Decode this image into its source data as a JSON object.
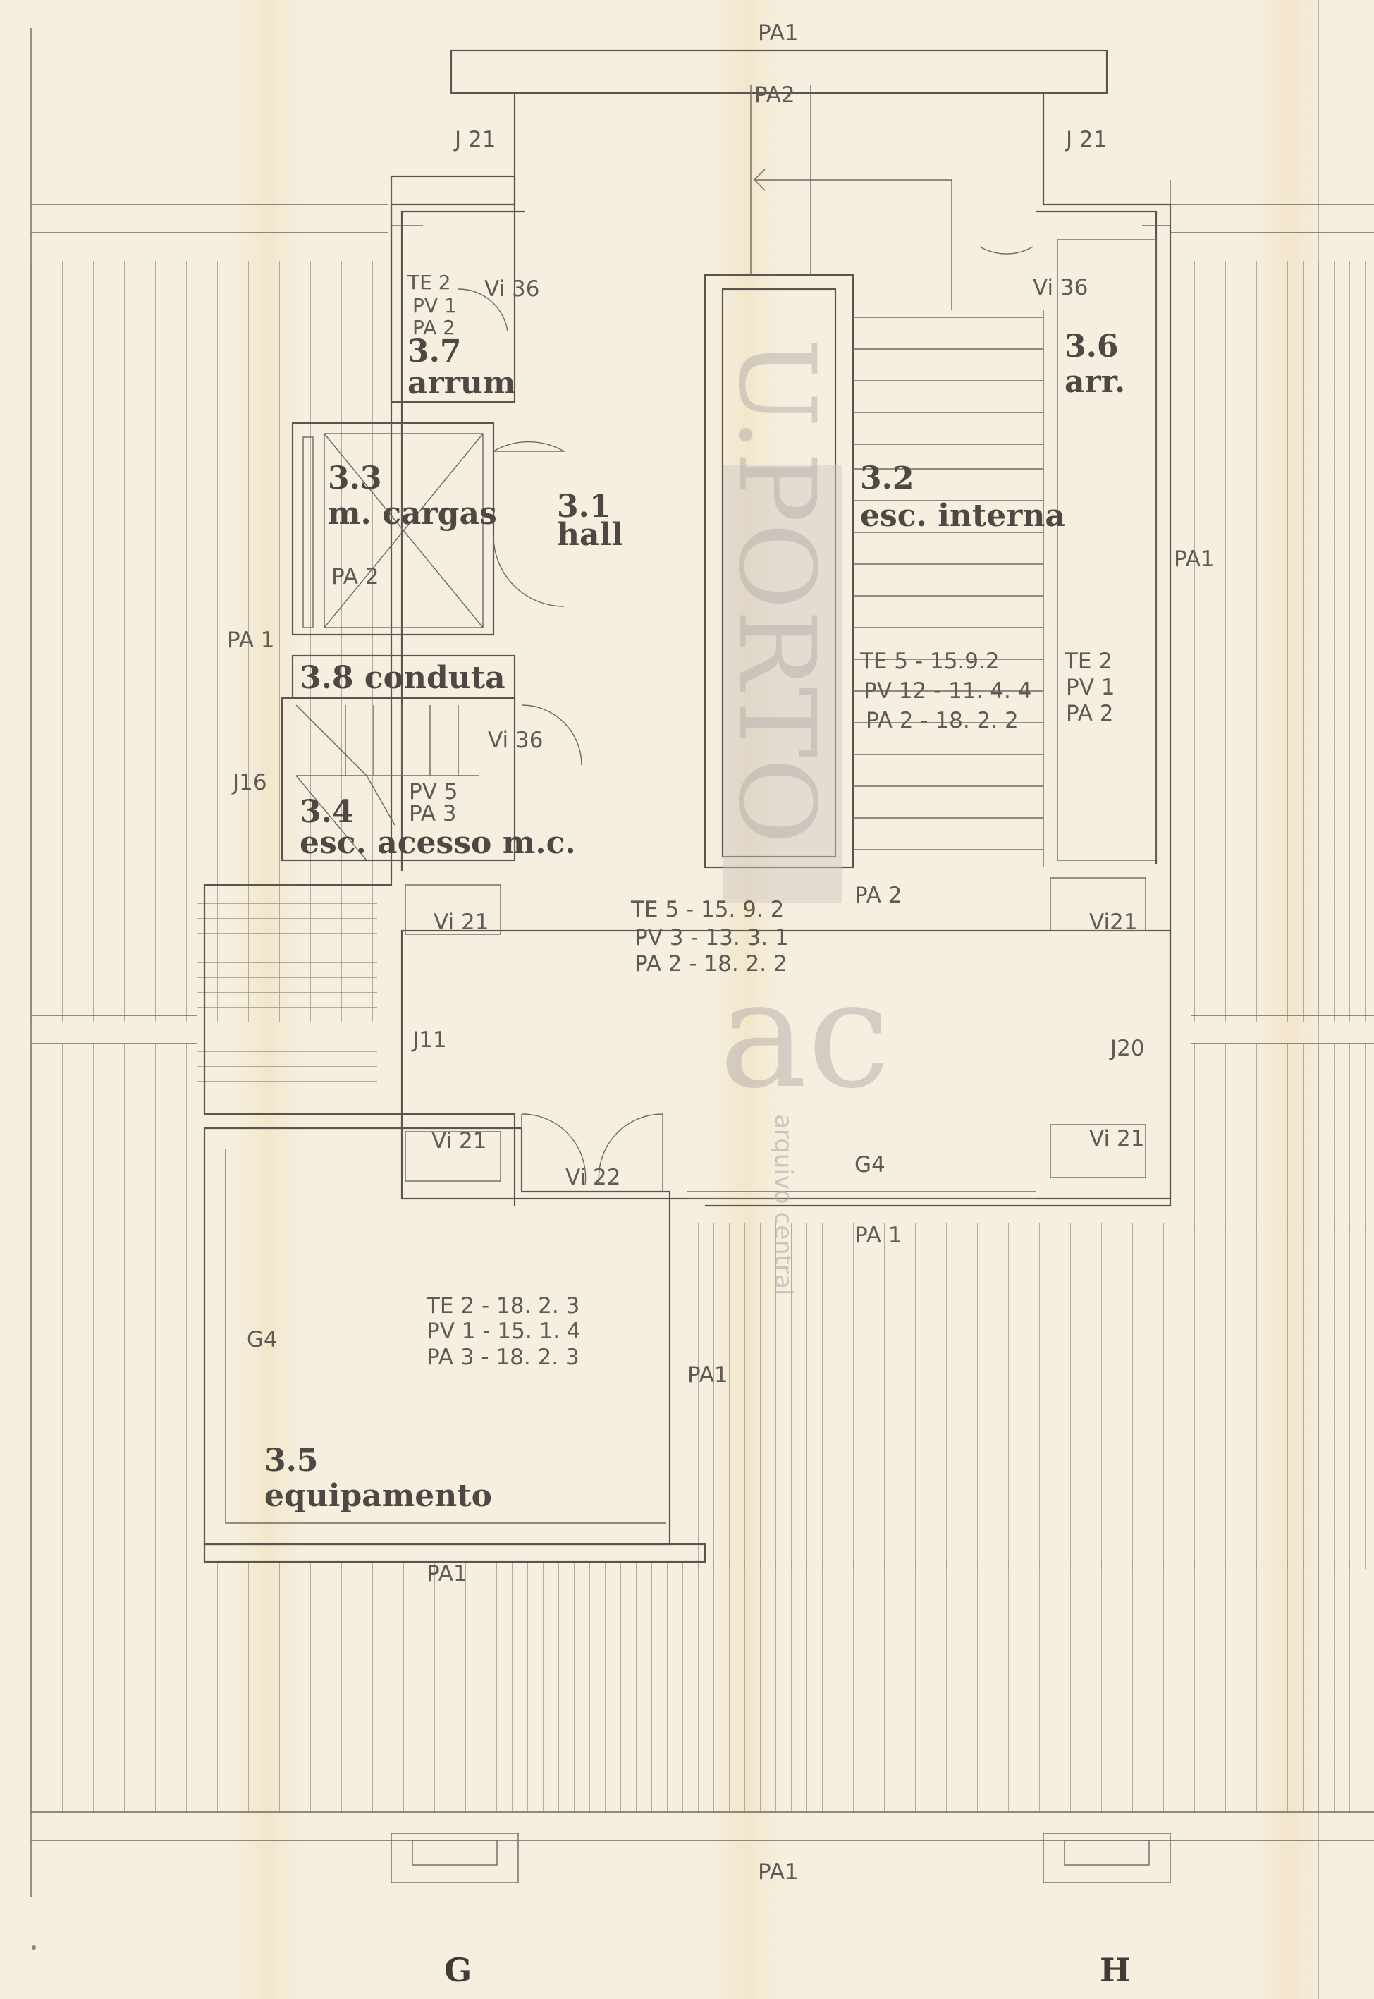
{
  "watermark": {
    "text": "U.PORTO",
    "logo_text": "ac",
    "caption": "arquivo central"
  },
  "rooms": {
    "r32": {
      "number": "3.2",
      "name": "esc. interna"
    },
    "r33": {
      "number": "3.3",
      "name": "m. cargas"
    },
    "r31": {
      "number": "3.1",
      "name": "hall"
    },
    "r37": {
      "number": "3.7",
      "name": "arrum"
    },
    "r36": {
      "number": "3.6",
      "name": "arr."
    },
    "r38": {
      "number": "3.8",
      "name": "conduta"
    },
    "r34": {
      "number": "3.4",
      "name": "esc. acesso m.c."
    },
    "r35": {
      "number": "3.5",
      "name": "equipamento"
    }
  },
  "labels": {
    "pa1_top": "PA1",
    "pa2_top": "PA2",
    "j21_left": "J 21",
    "j21_right": "J 21",
    "vi36_left": "Vi 36",
    "vi36_right": "Vi 36",
    "vi36_stair": "Vi 36",
    "arrum_te": "TE 2",
    "arrum_pv": "PV 1",
    "arrum_pa": "PA 2",
    "pa2_lift": "PA 2",
    "pa1_left": "PA 1",
    "pa1_right": "PA1",
    "j16": "J16",
    "pv5": "PV 5",
    "pa3": "PA 3",
    "stair_te": "TE 5 - 15.9.2",
    "stair_pv": "PV 12 - 11. 4. 4",
    "stair_pa": "PA 2 - 18. 2. 2",
    "arr_te": "TE 2",
    "arr_pv": "PV 1",
    "arr_pa": "PA 2",
    "pa2_mid": "PA 2",
    "hall_te": "TE  5 - 15. 9. 2",
    "hall_pv": "PV 3 - 13. 3. 1",
    "hall_pa": "PA 2 - 18. 2. 2",
    "vi21_a": "Vi 21",
    "vi21_b": "Vi21",
    "vi21_c": "Vi 21",
    "vi21_d": "Vi 21",
    "j11": "J11",
    "j20": "J20",
    "vi22": "Vi 22",
    "g4_mid": "G4",
    "pa1_mid": "PA 1",
    "g4_left": "G4",
    "equip_te": "TE 2 - 18. 2. 3",
    "equip_pv": "PV 1 - 15. 1. 4",
    "equip_pa": "PA 3 - 18. 2. 3",
    "pa1_equip": "PA1",
    "pa1_equip_bottom": "PA1",
    "pa1_bottom": "PA1"
  },
  "axes": {
    "left": "G",
    "right": "H"
  }
}
